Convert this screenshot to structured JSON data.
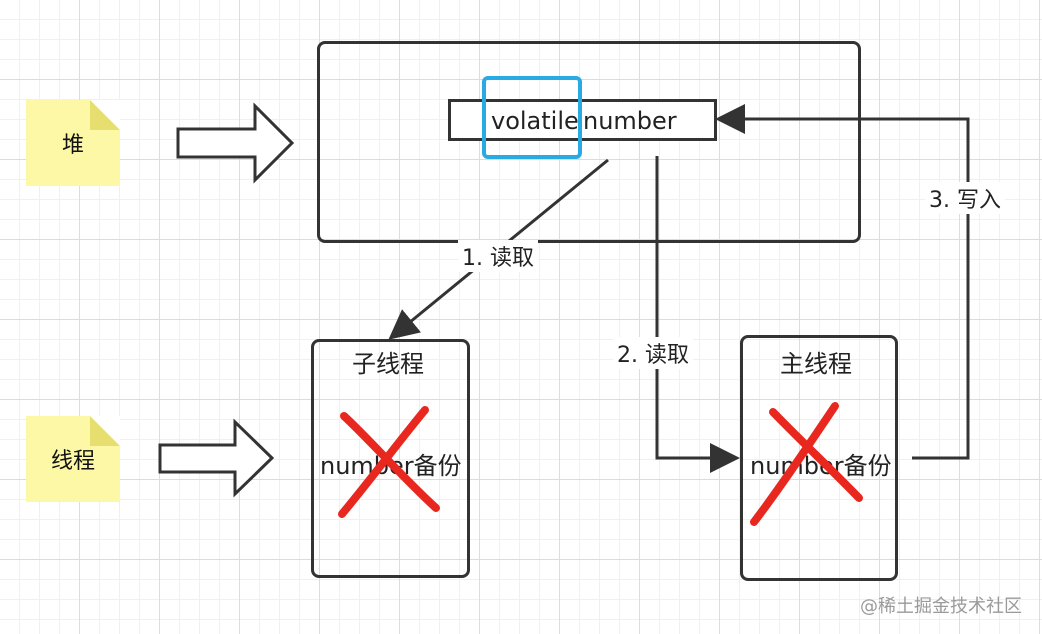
{
  "notes": {
    "heap": "堆",
    "thread": "线程"
  },
  "heap_box": {
    "field_text_volatile": "volatile",
    "field_text_name": "number"
  },
  "threads": {
    "child": {
      "title": "子线程",
      "backup": "number备份"
    },
    "main": {
      "title": "主线程",
      "backup": "number备份"
    }
  },
  "steps": {
    "read_child": "1. 读取",
    "read_main": "2. 读取",
    "write_main": "3. 写入"
  },
  "watermark": "@稀土掘金技术社区",
  "colors": {
    "stroke": "#333333",
    "highlight": "#2aaae5",
    "cross": "#e8281e",
    "note_fill": "#fdf8a6"
  },
  "icons": {
    "block_arrow": "hollow-right-arrow",
    "cross": "red-x-mark"
  }
}
